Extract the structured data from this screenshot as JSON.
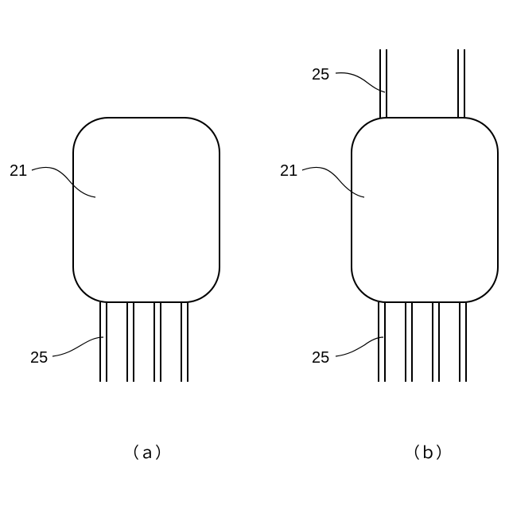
{
  "figure_a": {
    "body_ref": "21",
    "wire_ref": "25",
    "caption": "（ａ）"
  },
  "figure_b": {
    "body_ref": "21",
    "wire_ref_top": "25",
    "wire_ref_bottom": "25",
    "caption": "（ｂ）"
  },
  "colors": {
    "line": "#000000",
    "background": "#ffffff"
  }
}
